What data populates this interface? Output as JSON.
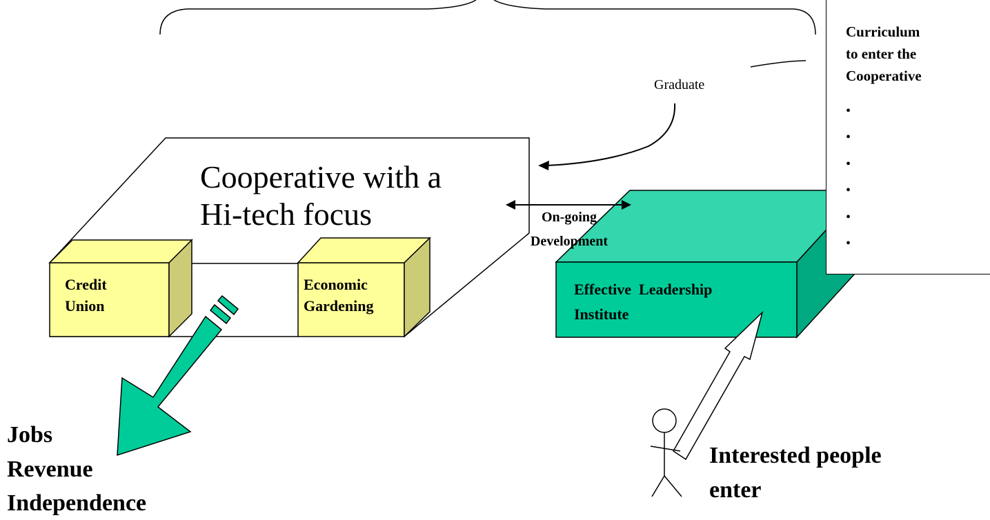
{
  "cooperative": {
    "title_line1": "Cooperative with a",
    "title_line2": "Hi-tech focus"
  },
  "credit_union": {
    "line1": "Credit",
    "line2": "Union"
  },
  "economic_gardening": {
    "line1": "Economic",
    "line2": "Gardening"
  },
  "ongoing": {
    "line1": "On-going",
    "line2": "Development"
  },
  "leadership": {
    "line1": "Effective  Leadership",
    "line2": "Institute"
  },
  "graduate_label": "Graduate",
  "curriculum": {
    "title_lines": [
      "Curriculum",
      "to enter the",
      "Cooperative"
    ],
    "bullets": [
      "•",
      "•",
      "•",
      "•",
      "•",
      "•"
    ]
  },
  "outcomes": {
    "line1": "Jobs",
    "line2": "Revenue",
    "line3": "Independence"
  },
  "entry": {
    "line1": "Interested people",
    "line2": "enter"
  },
  "colors": {
    "yellow_front": "#FFFF99",
    "yellow_side": "#CCCC77",
    "teal_front": "#00CC99",
    "teal_top": "#33D6AD",
    "teal_side": "#00A97F",
    "arrow_green": "#00CC99"
  }
}
